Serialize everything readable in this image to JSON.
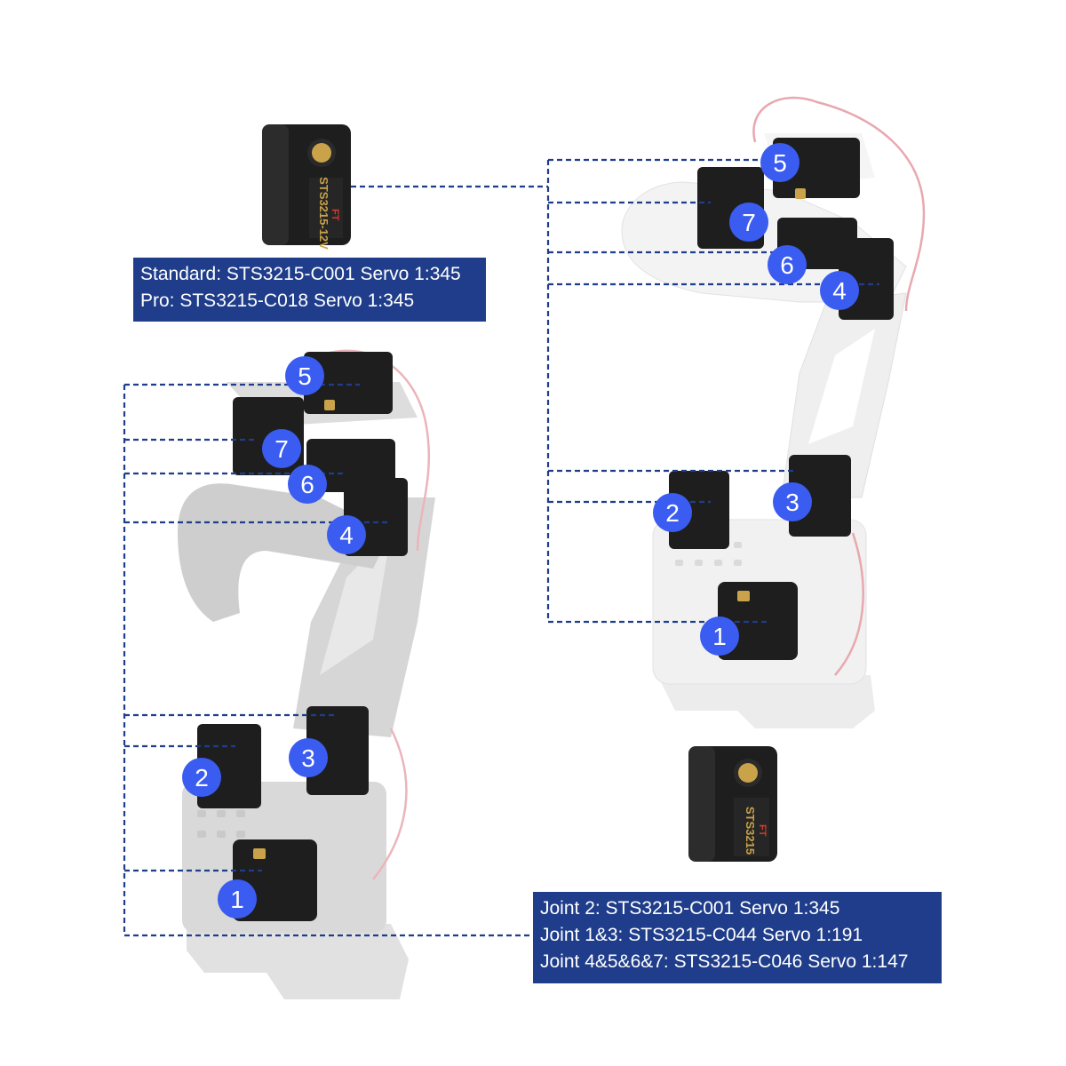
{
  "colors": {
    "accent_box": "#1f3d8a",
    "badge": "#3a5cf0",
    "leader_line": "#1f3d8a",
    "servo_body": "#1e1e1e",
    "arm_white": "#f2f2f2",
    "arm_gray": "#d6d6d6",
    "brass": "#c9a24a"
  },
  "top_label": {
    "lines": [
      "Standard: STS3215-C001 Servo 1:345",
      "Pro: STS3215-C018 Servo 1:345"
    ]
  },
  "bottom_label": {
    "lines": [
      "Joint 2: STS3215-C001 Servo 1:345",
      "Joint 1&3: STS3215-C044 Servo 1:191",
      "Joint 4&5&6&7: STS3215-C046 Servo 1:147"
    ]
  },
  "servo_photos": {
    "top_model": "STS3215-12V",
    "bottom_model": "STS3215",
    "brand_mark": "FT"
  },
  "left_arm": {
    "badges": [
      "5",
      "7",
      "6",
      "4",
      "3",
      "2",
      "1"
    ]
  },
  "right_arm": {
    "badges": [
      "5",
      "7",
      "6",
      "4",
      "2",
      "3",
      "1"
    ]
  }
}
